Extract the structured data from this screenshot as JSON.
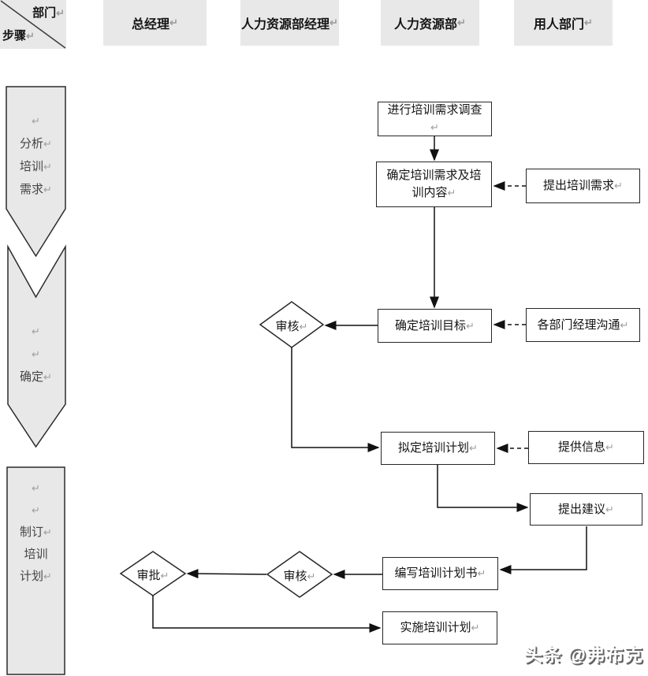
{
  "header": {
    "corner": {
      "dept": "部门",
      "step": "步骤",
      "m": "↵"
    },
    "lanes": [
      {
        "label": "总经理",
        "m": "↵"
      },
      {
        "label": "人力资源部经理",
        "m": "↵"
      },
      {
        "label": "人力资源部",
        "m": "↵"
      },
      {
        "label": "用人部门",
        "m": "↵"
      }
    ]
  },
  "steps": [
    {
      "name": "分析培训需求",
      "lines": [
        {
          "t": "",
          "m": "↵"
        },
        {
          "t": "分析",
          "m": "↵"
        },
        {
          "t": "培训",
          "m": "↵"
        },
        {
          "t": "需求",
          "m": "↵"
        }
      ]
    },
    {
      "name": "确定",
      "lines": [
        {
          "t": "",
          "m": "↵"
        },
        {
          "t": "",
          "m": "↵"
        },
        {
          "t": "确定",
          "m": "↵"
        }
      ]
    },
    {
      "name": "制订培训计划",
      "lines": [
        {
          "t": "",
          "m": "↵"
        },
        {
          "t": "",
          "m": "↵"
        },
        {
          "t": "制订",
          "m": "↵"
        },
        {
          "t": "培训",
          "m": ""
        },
        {
          "t": "计划",
          "m": "↵"
        }
      ]
    }
  ],
  "nodes": {
    "survey": {
      "label": "进行培训需求调查",
      "m": "↵"
    },
    "confirm_needs": {
      "label": "确定培训需求及培训内容",
      "m": "↵"
    },
    "raise_needs": {
      "label": "提出培训需求",
      "m": "↵"
    },
    "confirm_goal": {
      "label": "确定培训目标",
      "m": "↵"
    },
    "manager_comm": {
      "label": "各部门经理沟通",
      "m": "↵"
    },
    "review1": {
      "label": "审核",
      "m": "↵"
    },
    "draft_plan": {
      "label": "拟定培训计划",
      "m": "↵"
    },
    "provide_info": {
      "label": "提供信息",
      "m": "↵"
    },
    "suggest": {
      "label": "提出建议",
      "m": "↵"
    },
    "write_plan": {
      "label": "编写培训计划书",
      "m": "↵"
    },
    "review2": {
      "label": "审核",
      "m": "↵"
    },
    "approve": {
      "label": "审批",
      "m": "↵"
    },
    "implement": {
      "label": "实施培训计划",
      "m": "↵"
    }
  },
  "watermark": {
    "text": "头条 @弗布克"
  },
  "colors": {
    "lane_fill": "#e8e8e8",
    "step_fill": "#e8e8e8",
    "border": "#262626",
    "line": "#111111",
    "mark": "#9f9f9f"
  }
}
